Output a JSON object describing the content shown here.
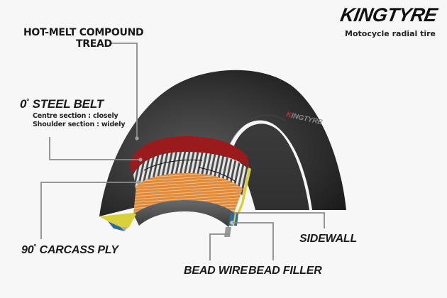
{
  "brand": {
    "logo_text": "KINGTYRE",
    "logo_accent_color": "#c8202a",
    "subtitle": "Motocycle radial tire"
  },
  "tire": {
    "sidewall_brand_text": "KINGTYRE",
    "colors": {
      "rubber": "#2e2e2e",
      "tread_compound": "#9b1a1c",
      "steel_belt_light": "#d9d9d9",
      "steel_belt_dark": "#555555",
      "carcass_ply": "#e08a3a",
      "bead_filler": "#d8d23a",
      "bead_wire": "#2f6c9a",
      "leader_line": "#8a8a8a"
    }
  },
  "labels": {
    "tread": {
      "line1": "HOT-MELT COMPOUND",
      "line2": "TREAD"
    },
    "steel_belt": {
      "degree": "0",
      "title": "STEEL BELT",
      "notes": [
        "Centre section : closely",
        "Shoulder section : widely"
      ]
    },
    "carcass_ply": {
      "degree": "90",
      "title": "CARCASS PLY"
    },
    "sidewall": {
      "title": "SIDEWALL"
    },
    "bead_wire": {
      "title": "BEAD WIRE"
    },
    "bead_filler": {
      "title": "BEAD FILLER"
    }
  }
}
